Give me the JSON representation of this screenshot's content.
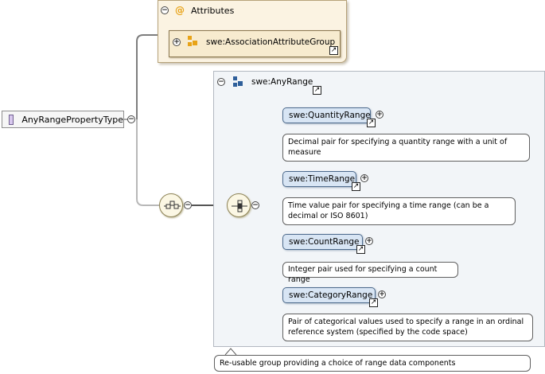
{
  "root": {
    "label": "AnyRangePropertyType"
  },
  "attributes": {
    "title": "Attributes",
    "at_symbol": "@",
    "group": "swe:AssociationAttributeGroup"
  },
  "anyrange": {
    "label": "swe:AnyRange"
  },
  "elements": [
    {
      "label": "swe:QuantityRange",
      "desc": "Decimal pair for specifying a quantity range with a unit of measure",
      "desc_lines": [
        "Decimal pair for specifying a quantity range with a unit of",
        "measure"
      ]
    },
    {
      "label": "swe:TimeRange",
      "desc": "Time value pair for specifying a time range (can be a decimal or ISO 8601)",
      "desc_lines": [
        "Time value pair for specifying a time range (can be a",
        "decimal or ISO 8601)"
      ]
    },
    {
      "label": "swe:CountRange",
      "desc": "Integer pair used for specifying a count range",
      "desc_lines": [
        "Integer pair used for specifying a count range"
      ]
    },
    {
      "label": "swe:CategoryRange",
      "desc": "Pair of categorical values used to specify a range in an ordinal reference system (specified by the code space)",
      "desc_lines": [
        "Pair of categorical values used to specify a range in an ordinal",
        "reference system (specified by the code space)"
      ]
    }
  ],
  "group_description": "Re-usable group providing a choice of range data components",
  "symbols": {
    "collapse": "−",
    "expand": "+",
    "link": "↗"
  },
  "colors": {
    "attr_bg": "#fbf3e2",
    "element_bg": "#d8e5f4",
    "group_bg": "#f2f5f8",
    "icon_orange": "#e8a317",
    "icon_blue": "#2f5f9a"
  }
}
